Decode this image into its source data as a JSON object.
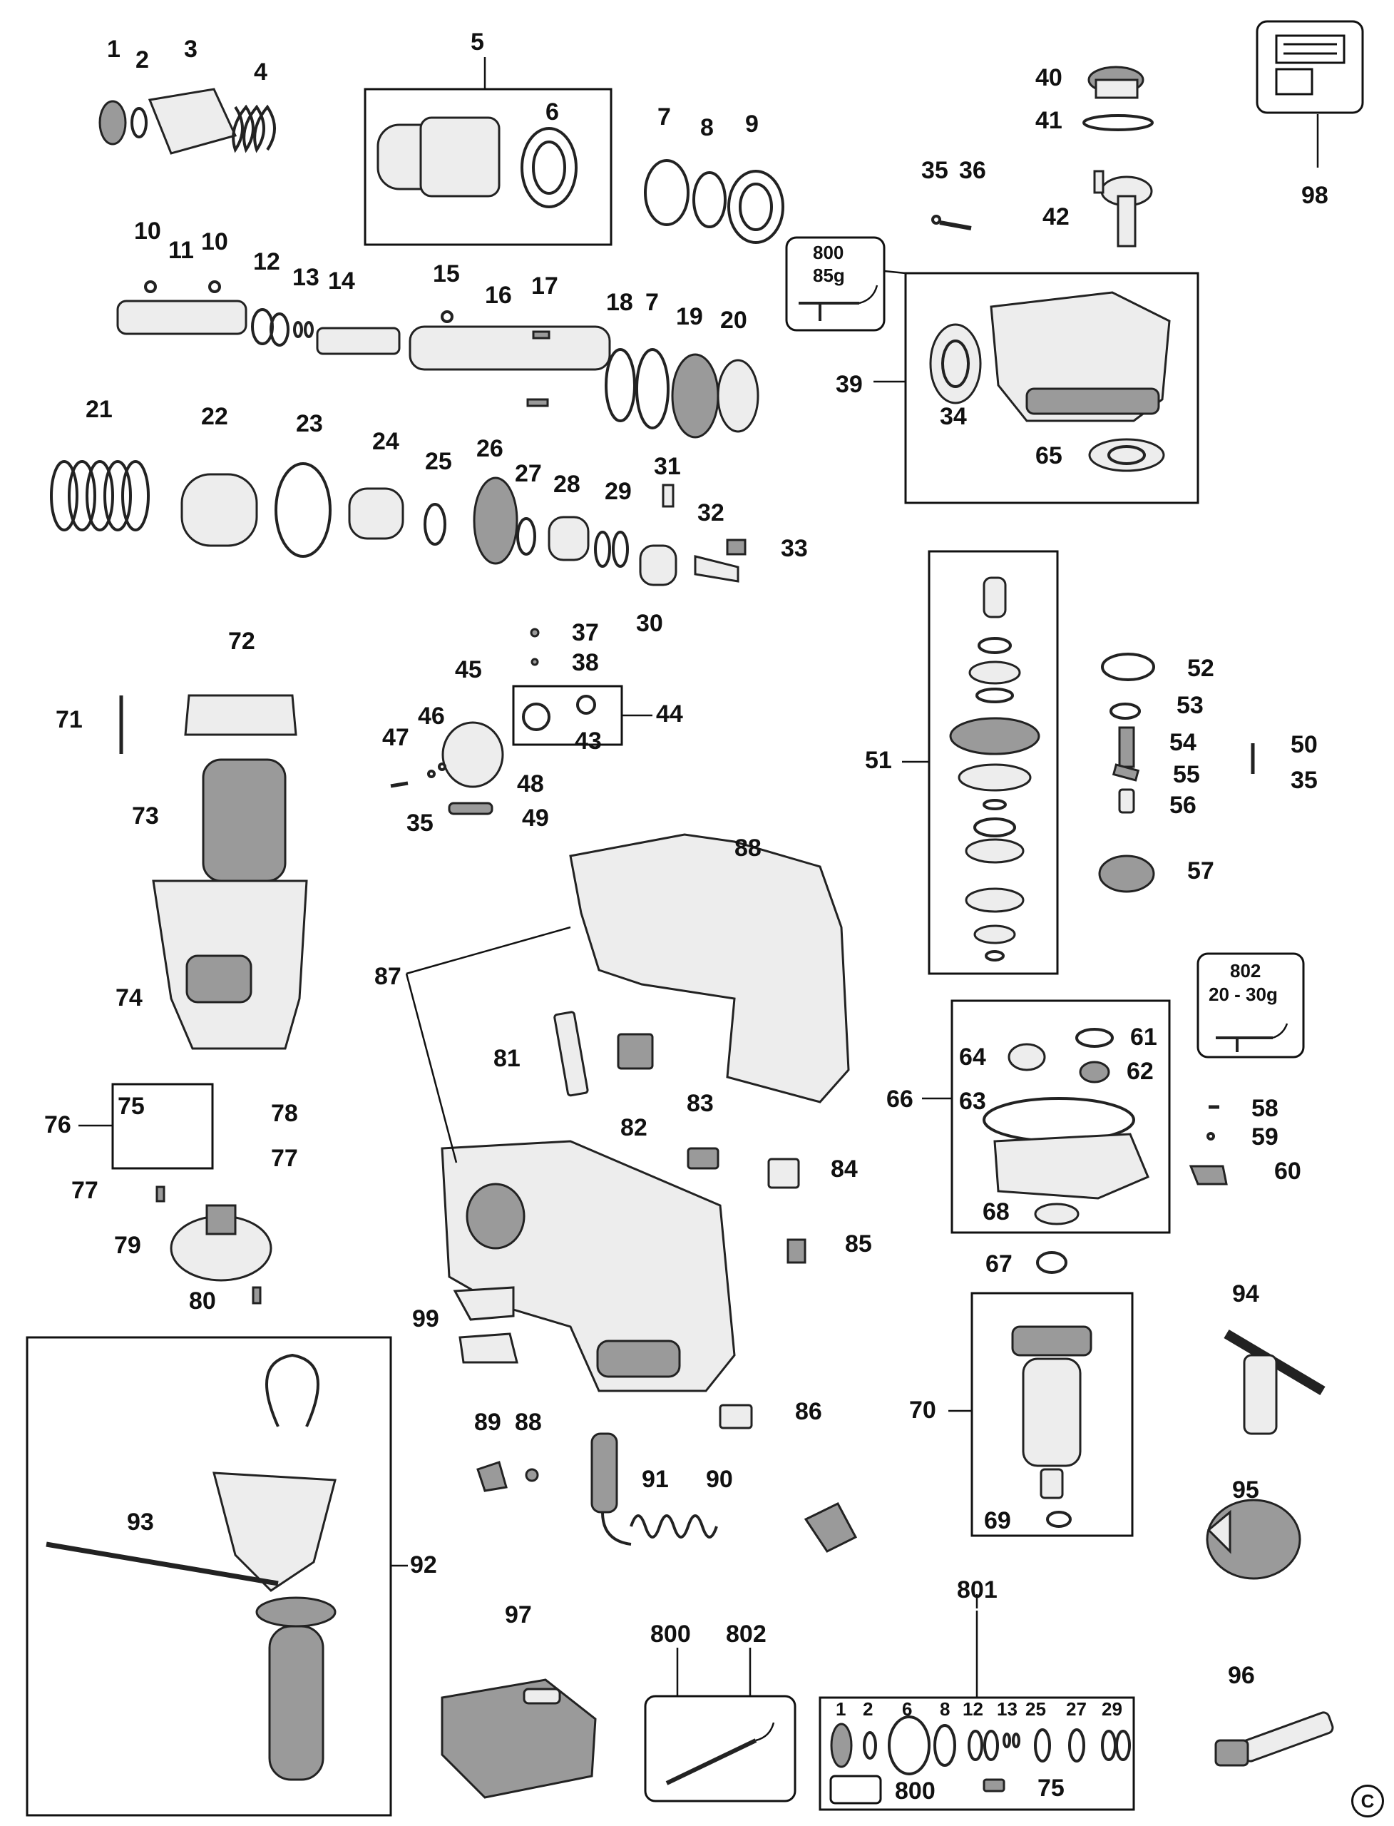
{
  "labels": [
    "1",
    "2",
    "3",
    "4",
    "5",
    "6",
    "7",
    "8",
    "9",
    "98",
    "40",
    "41",
    "35",
    "36",
    "42",
    "10",
    "11",
    "12",
    "13",
    "14",
    "15",
    "16",
    "17",
    "18",
    "19",
    "20",
    "39",
    "34",
    "65",
    "21",
    "22",
    "23",
    "24",
    "25",
    "26",
    "27",
    "28",
    "29",
    "31",
    "32",
    "33",
    "30",
    "72",
    "71",
    "73",
    "74",
    "37",
    "38",
    "45",
    "46",
    "47",
    "43",
    "44",
    "48",
    "49",
    "51",
    "52",
    "53",
    "54",
    "55",
    "56",
    "50",
    "57",
    "88",
    "87",
    "81",
    "82",
    "83",
    "84",
    "85",
    "86",
    "66",
    "64",
    "61",
    "62",
    "63",
    "68",
    "58",
    "59",
    "60",
    "67",
    "76",
    "75",
    "78",
    "77",
    "79",
    "80",
    "99",
    "89",
    "91",
    "90",
    "70",
    "69",
    "94",
    "95",
    "92",
    "93",
    "97",
    "800",
    "802",
    "801",
    "96"
  ],
  "callout_800": {
    "code": "800",
    "amount": "85g"
  },
  "callout_802": {
    "code": "802",
    "amount": "20 - 30g"
  },
  "kit_801": {
    "title": "801",
    "parts": [
      "1",
      "2",
      "6",
      "8",
      "12",
      "13",
      "25",
      "27",
      "29"
    ],
    "extra": [
      "800",
      "75"
    ]
  },
  "copyright": "C"
}
